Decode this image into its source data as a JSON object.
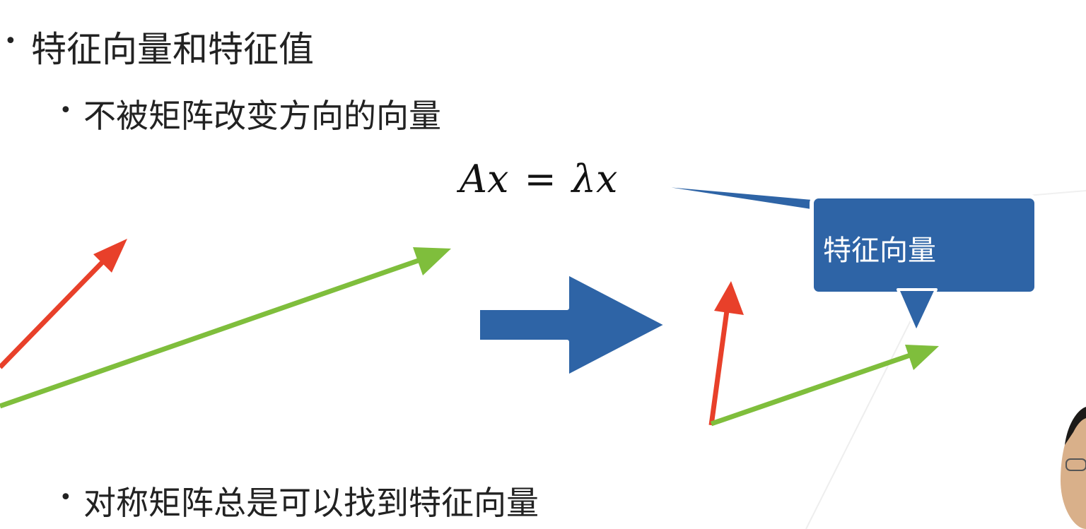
{
  "slide": {
    "bullet_main": "特征向量和特征值",
    "bullet_sub_1": "不被矩阵改变方向的向量",
    "bullet_sub_2": "对称矩阵总是可以找到特征向量",
    "bullet_glyph": "•"
  },
  "equation": {
    "lhs_a": "A",
    "lhs_x": "x",
    "operator": "=",
    "rhs_lambda": "λ",
    "rhs_x": "x"
  },
  "callout": {
    "label": "特征向量",
    "fill_color": "#2e64a6"
  },
  "arrows": {
    "red_color": "#e8402a",
    "green_color": "#7fbe3c",
    "transform_color": "#2e64a6"
  },
  "icons": {
    "transform_arrow": "right-block-arrow-icon",
    "presenter": "presenter-video-thumbnail"
  }
}
